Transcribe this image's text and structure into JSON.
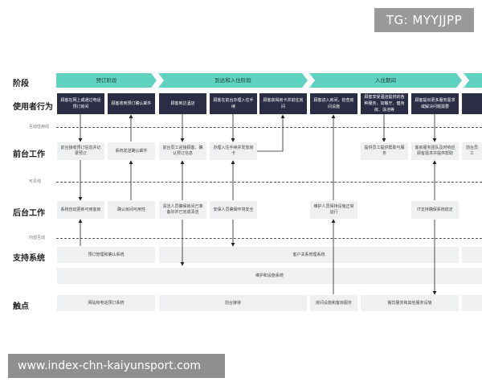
{
  "watermarks": {
    "top": "TG: MYYJJPP",
    "bottom": "www.index-chn-kaiyunsport.com"
  },
  "rows": {
    "stage": "阶段",
    "user": "使用者行为",
    "front": "前台工作",
    "back": "后台工作",
    "support": "支持系统",
    "touch": "触点"
  },
  "lines": {
    "interaction": "互动性用线",
    "visibility": "可见线",
    "internal": "内部互动"
  },
  "stages": [
    "预订阶段",
    "到达和入住阶段",
    "入住期间"
  ],
  "user_actions": [
    "顾客在网上或通过电话预订房间",
    "顾客收到预订确认邮件",
    "顾客到达酒店",
    "顾客在前台办理入住手续",
    "顾客获得房卡并前往房间",
    "顾客进入房间，检查房间设施",
    "顾客享受酒店提供的各种服务，如餐厅、健身房、泳池等",
    "顾客提出更多服务需求或解决问题需要"
  ],
  "front": [
    "前台接收预订信息并记录预订",
    "系统发送确认邮件",
    "前台员工迎接顾客，确认预订信息",
    "办理入住手续并发放房卡",
    "提供员工提供帮助与服务",
    "客房服务团队及时响应顾客需求并提供帮助",
    "前台员工"
  ],
  "back": [
    "系统自动更新可用客房",
    "确认房间可用性",
    "清洁人员确保房间已准备好并已完成清洁",
    "安保人员确保环境安全",
    "维护人员保持设施正常运行",
    "IT支持确保系统稳定"
  ],
  "support": [
    "预订管理和确认系统",
    "客户关系管理系统",
    "维护和设施系统"
  ],
  "touch": [
    "网站和电话预订系统",
    "前台接待",
    "房间设施和客房服务",
    "餐饮服务和其他服务设施"
  ]
}
